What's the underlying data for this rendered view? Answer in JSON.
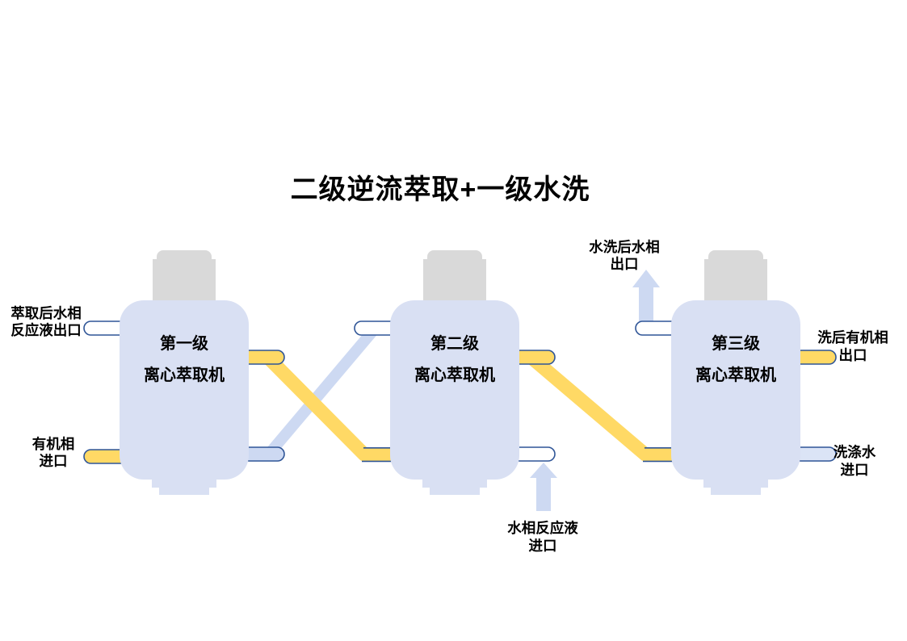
{
  "title": "二级逆流萃取+一级水洗",
  "colors": {
    "page_bg": "#FFFFFF",
    "unit_body": "#D9E0F3",
    "unit_cap": "#D9D9D9",
    "pipe_blue": "#CDD9F2",
    "pipe_yellow": "#FFD965",
    "pipe_stroke": "#2F5597",
    "label_text": "#000000"
  },
  "units": [
    {
      "line1": "第一级",
      "line2": "离心萃取机"
    },
    {
      "line1": "第二级",
      "line2": "离心萃取机"
    },
    {
      "line1": "第三级",
      "line2": "离心萃取机"
    }
  ],
  "labels": {
    "extract_aqueous_out": {
      "line1": "萃取后水相",
      "line2": "反应液出口"
    },
    "organic_in": {
      "line1": "有机相",
      "line2": "进口"
    },
    "aqueous_reaction_in": {
      "line1": "水相反应液",
      "line2": "进口"
    },
    "washed_aqueous_out": {
      "line1": "水洗后水相",
      "line2": "出口"
    },
    "washed_organic_out": {
      "line1": "洗后有机相",
      "line2": "出口"
    },
    "wash_water_in": {
      "line1": "洗涤水",
      "line2": "进口"
    }
  }
}
